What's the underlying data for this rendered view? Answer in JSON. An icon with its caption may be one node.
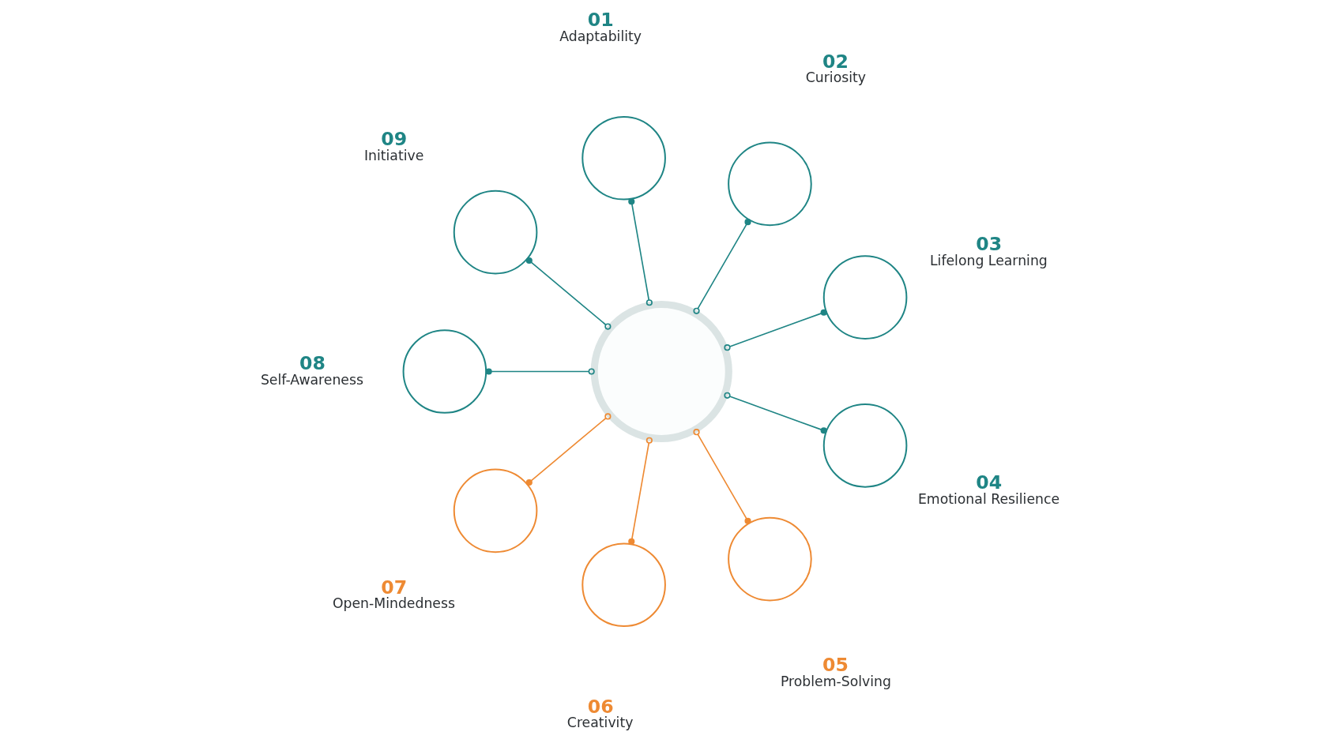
{
  "diagram": {
    "nodes": [
      {
        "text": [],
        "shape": "circle"
      },
      {
        "text": [],
        "shape": "circle",
        "beside": [
          "01",
          "Adaptability"
        ]
      },
      {
        "text": [],
        "shape": "circle",
        "beside": [
          "02",
          "Curiosity"
        ]
      },
      {
        "text": [],
        "shape": "circle",
        "beside": [
          "03",
          "Lifelong Learning"
        ]
      },
      {
        "text": [],
        "shape": "circle",
        "beside": [
          "04",
          "Emotional Resilience"
        ]
      },
      {
        "text": [],
        "shape": "circle",
        "beside": [
          "05",
          "Problem-Solving"
        ]
      },
      {
        "text": [],
        "shape": "circle",
        "beside": [
          "06",
          "Creativity"
        ]
      },
      {
        "text": [],
        "shape": "circle",
        "beside": [
          "07",
          "Open-Mindedness"
        ]
      },
      {
        "text": [],
        "shape": "circle",
        "beside": [
          "08",
          "Self-Awareness"
        ]
      },
      {
        "text": [],
        "shape": "circle",
        "beside": [
          "09",
          "Initiative"
        ]
      }
    ],
    "edges": [
      {
        "from": 0,
        "to": 1,
        "arrow": "other"
      },
      {
        "from": 0,
        "to": 2,
        "arrow": "other"
      },
      {
        "from": 0,
        "to": 3,
        "arrow": "other"
      },
      {
        "from": 0,
        "to": 4,
        "arrow": "other"
      },
      {
        "from": 0,
        "to": 5,
        "arrow": "other",
        "color": "#ee8a33"
      },
      {
        "from": 0,
        "to": 6,
        "arrow": "other",
        "color": "#ee8a33"
      },
      {
        "from": 0,
        "to": 7,
        "arrow": "other",
        "color": "#ee8a33"
      },
      {
        "from": 0,
        "to": 8,
        "arrow": "other"
      },
      {
        "from": 0,
        "to": 9,
        "arrow": "other"
      }
    ]
  }
}
